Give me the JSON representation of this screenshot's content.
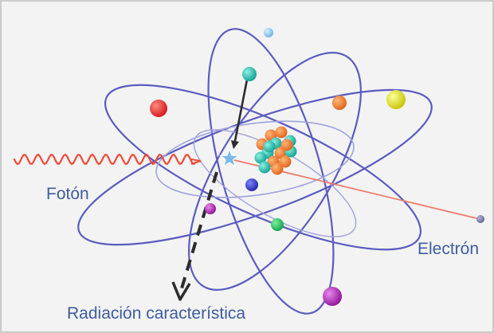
{
  "labels": {
    "photon": "Fotón",
    "electron": "Electrón",
    "radiation": "Radiación característica"
  },
  "colors": {
    "background": "#f3f3f3",
    "label_text": "#3e5c9e",
    "orbit": "#5b5bc0",
    "photon_wave": "#ee4a38",
    "electron_track": "#ee7a6a",
    "interaction_star": "#79b9ec",
    "radiation_arrow": "#3a3a3a",
    "nucleus_proton": "#e8782e",
    "nucleus_neutron": "#17b4a4"
  },
  "icons": {
    "interaction": "star-icon",
    "ejected_electron": "dot-icon"
  }
}
